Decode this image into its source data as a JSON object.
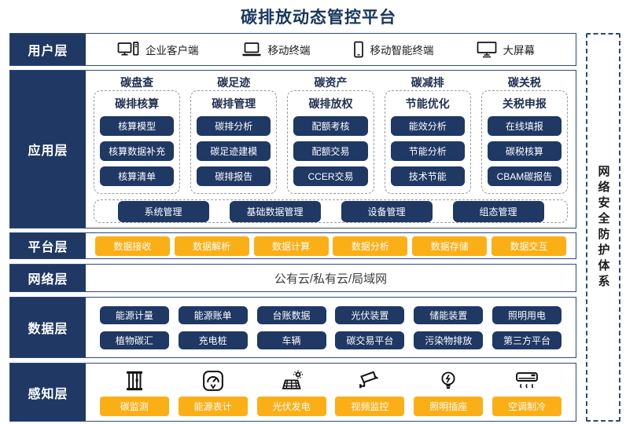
{
  "title": "碳排放动态管控平台",
  "colors": {
    "accent_navy": "#1F3864",
    "accent_yellow": "#FBAF17",
    "row_border_navy": "#2E4A7A",
    "title_navy": "#17365D",
    "dashed_gray": "#9A9A9A"
  },
  "layers": {
    "user": {
      "label": "用户层",
      "items": [
        {
          "icon": "desktop-icon",
          "label": "企业客户端"
        },
        {
          "icon": "laptop-icon",
          "label": "移动终端"
        },
        {
          "icon": "smartphone-icon",
          "label": "移动智能终端"
        },
        {
          "icon": "bigscreen-icon",
          "label": "大屏幕"
        }
      ]
    },
    "app": {
      "label": "应用层",
      "columns": [
        {
          "title": "碳盘查",
          "subtitle": "碳排核算",
          "items": [
            "核算模型",
            "核算数据补充",
            "核算清单"
          ]
        },
        {
          "title": "碳足迹",
          "subtitle": "碳排管理",
          "items": [
            "碳排分析",
            "碳足迹建模",
            "碳排报告"
          ]
        },
        {
          "title": "碳资产",
          "subtitle": "碳排放权",
          "items": [
            "配额考核",
            "配额交易",
            "CCER交易"
          ]
        },
        {
          "title": "碳减排",
          "subtitle": "节能优化",
          "items": [
            "能效分析",
            "节能分析",
            "技术节能"
          ]
        },
        {
          "title": "碳关税",
          "subtitle": "关税申报",
          "items": [
            "在线填报",
            "碳税核算",
            "CBAM碳报告"
          ]
        }
      ],
      "common_modules": [
        "系统管理",
        "基础数据管理",
        "设备管理",
        "组态管理"
      ]
    },
    "platform": {
      "label": "平台层",
      "items": [
        "数据接收",
        "数据解析",
        "数据计算",
        "数据分析",
        "数据存储",
        "数据交互"
      ]
    },
    "network": {
      "label": "网络层",
      "text": "公有云/私有云/局域网"
    },
    "data": {
      "label": "数据层",
      "rows": [
        [
          "能源计量",
          "能源账单",
          "台账数据",
          "光伏装置",
          "储能装置",
          "照明用电"
        ],
        [
          "植物碳汇",
          "充电桩",
          "车辆",
          "碳交易平台",
          "污染物排放",
          "第三方平台"
        ]
      ]
    },
    "perception": {
      "label": "感知层",
      "items": [
        {
          "icon": "carbon-monitor-icon",
          "label": "碳监测"
        },
        {
          "icon": "meter-gauge-icon",
          "label": "能源表计"
        },
        {
          "icon": "solar-panel-icon",
          "label": "光伏发电"
        },
        {
          "icon": "cctv-camera-icon",
          "label": "视频监控"
        },
        {
          "icon": "light-bulb-icon",
          "label": "照明插座"
        },
        {
          "icon": "air-conditioner-icon",
          "label": "空调制冷"
        }
      ]
    }
  },
  "sidebar": {
    "text": "网络安全防护体系"
  }
}
